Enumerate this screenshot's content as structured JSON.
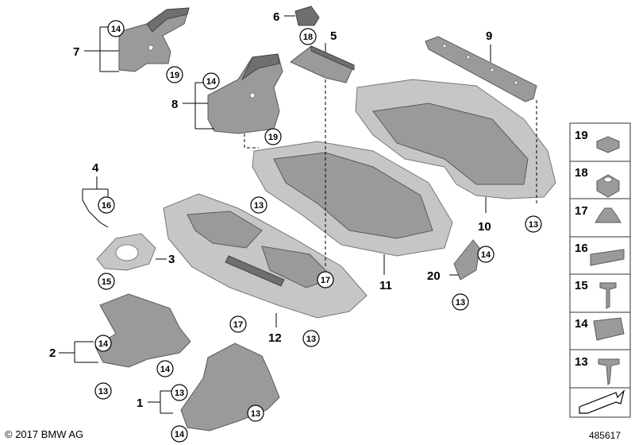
{
  "parts": [
    {
      "number": "1"
    },
    {
      "number": "2"
    },
    {
      "number": "3"
    },
    {
      "number": "4"
    },
    {
      "number": "5"
    },
    {
      "number": "6"
    },
    {
      "number": "7"
    },
    {
      "number": "8"
    },
    {
      "number": "9"
    },
    {
      "number": "10"
    },
    {
      "number": "11"
    },
    {
      "number": "12"
    },
    {
      "number": "20"
    }
  ],
  "callouts": [
    "14",
    "19",
    "14",
    "19",
    "18",
    "13",
    "16",
    "15",
    "17",
    "17",
    "13",
    "13",
    "14",
    "13",
    "14",
    "13",
    "14",
    "13",
    "14",
    "13"
  ],
  "legend": [
    "19",
    "18",
    "17",
    "16",
    "15",
    "14",
    "13"
  ],
  "footer": {
    "copyright": "© 2017 BMW AG",
    "diagram_id": "485617"
  }
}
